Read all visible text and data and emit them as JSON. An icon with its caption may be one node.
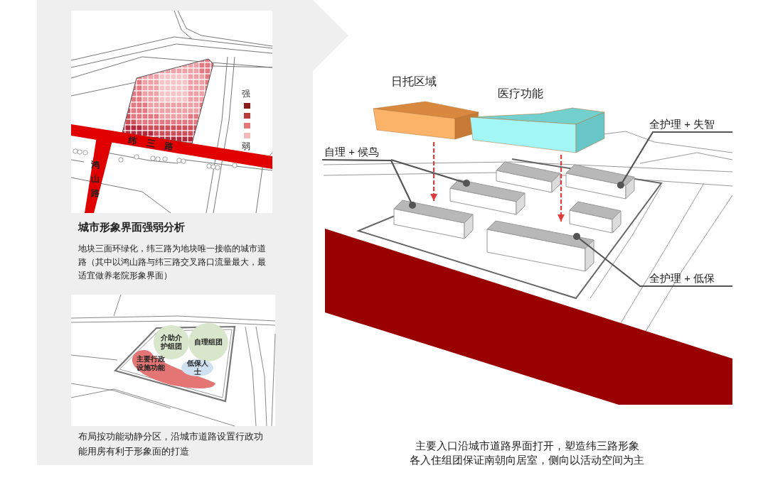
{
  "diagram": {
    "nodes": [
      {
        "text": [
          "日托区域"
        ]
      },
      {
        "text": [
          "医疗功能"
        ]
      },
      {
        "text": [
          "自理 + 候鸟"
        ]
      },
      {
        "text": [
          "全护理 + 失智"
        ]
      },
      {
        "text": [
          "全护理 + 低保"
        ]
      },
      {
        "text": [],
        "shape": "box"
      },
      {
        "text": [],
        "shape": "box"
      },
      {
        "text": [],
        "shape": "box"
      },
      {
        "text": [],
        "shape": "box"
      },
      {
        "text": [],
        "shape": "box"
      },
      {
        "text": [],
        "shape": "box"
      },
      {
        "text": [
          "介助介护组团"
        ]
      },
      {
        "text": [
          "自理组团"
        ]
      },
      {
        "text": [
          "主要行政设施功能"
        ]
      },
      {
        "text": [
          "低保人士"
        ]
      }
    ],
    "edges": [
      {
        "from": 0,
        "to": 5,
        "arrow": "to",
        "style": "dashed",
        "color": "#e03c3c"
      },
      {
        "from": 1,
        "to": 7,
        "arrow": "to",
        "style": "dashed",
        "color": "#e03c3c"
      },
      {
        "from": 2,
        "to": 5,
        "arrow": "other"
      },
      {
        "from": 2,
        "to": 6,
        "arrow": "other"
      },
      {
        "from": 3,
        "to": 10,
        "arrow": "other"
      },
      {
        "from": 4,
        "to": 7,
        "arrow": "other"
      }
    ],
    "labels": [
      "强",
      "弱",
      "纬三路",
      "鸿山路",
      "城市形象界面强弱分析",
      "地块三面环绿化，纬三路为地块唯一接临的城市道路（其中以鸿山路与纬三路交叉路口流量最大，最适宜做养老院形象界面）",
      "布局按功能动静分区，沿城市道路设置行政功能用房有利于形象面的打造",
      "主要入口沿城市道路界面打开，塑造纬三路形象",
      "各入住组团保证南朝向居室，侧向以活动空间为主"
    ]
  }
}
